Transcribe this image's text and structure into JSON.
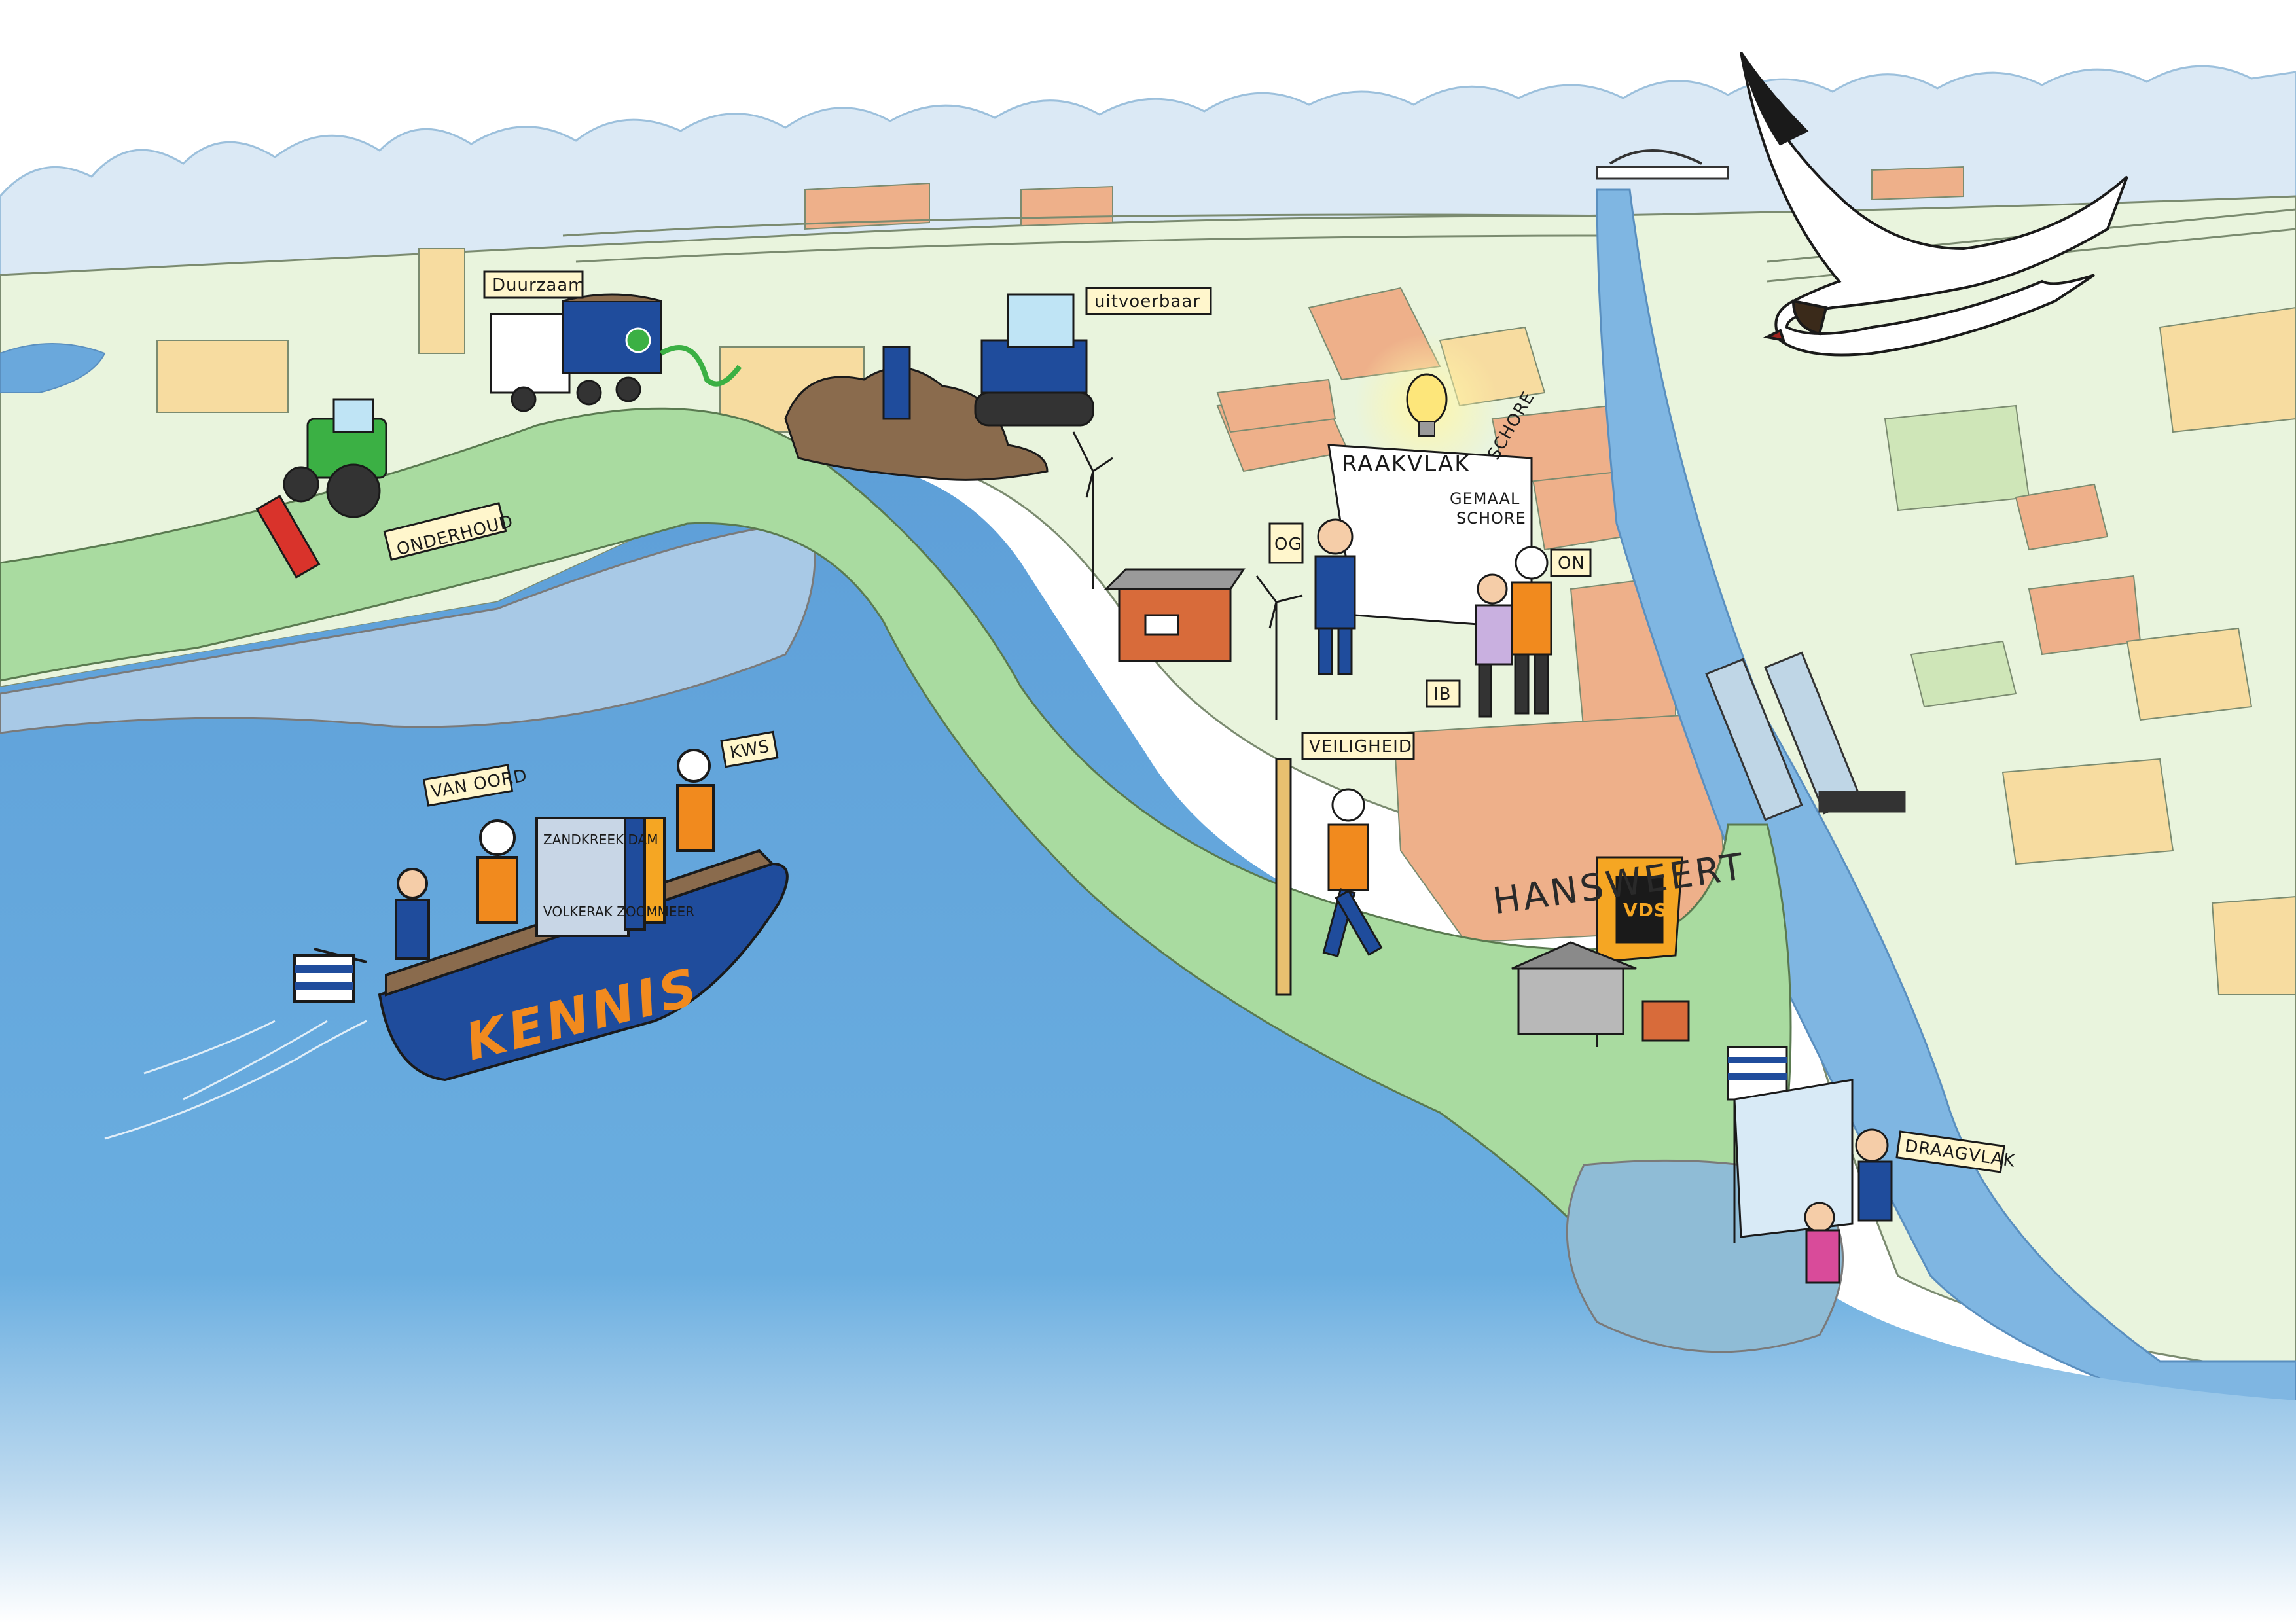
{
  "labels": {
    "duurzaam": "Duurzaam",
    "uitvoerbaar": "uitvoerbaar",
    "onderhoud": "ONDERHOUD",
    "schore": "SCHORE",
    "raakvlak": "RAAKVLAK",
    "gemaal": "GEMAAL",
    "gemaal_schore": "SCHORE",
    "og": "OG",
    "on": "ON",
    "ib": "IB",
    "veiligheid": "VEILIGHEID",
    "hansweert": "HANSWEERT",
    "van_oord": "VAN OORD",
    "kws": "KWS",
    "kennis": "KENNIS",
    "book_1": "ZANDKREEK DAM",
    "book_2": "VOLKERAK ZOOMMEER",
    "draagvlak": "DRAAGVLAK"
  },
  "flag_logo": "VDS",
  "icons": {
    "seagull": "seagull-icon",
    "lightbulb": "lightbulb-icon",
    "windmill": "windmill-icon",
    "tractor": "tractor-icon",
    "truck": "electric-truck-icon",
    "bulldozer": "bulldozer-icon"
  },
  "colors": {
    "water": "#6aa8dc",
    "water_light": "#a8cde8",
    "land": "#e8f3dc",
    "dike": "#a9dba0",
    "field_orange": "#eeb08a",
    "field_yellow": "#f7dca0",
    "boat_hull": "#1f4c9c",
    "boat_text": "#f18a1e",
    "vest": "#f18a1e"
  }
}
